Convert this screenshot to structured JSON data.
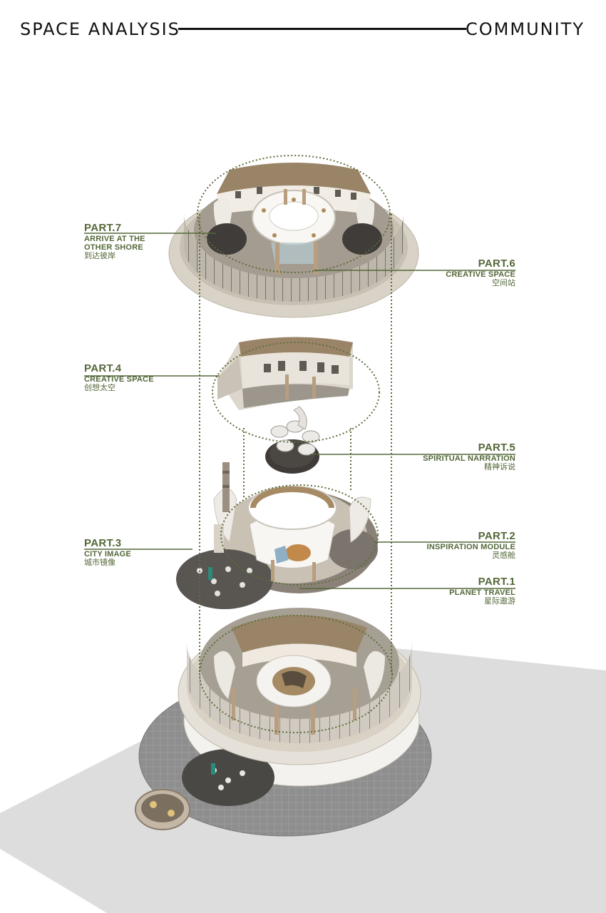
{
  "header": {
    "left_title": "SPACE ANALYSIS",
    "right_title": "COMMUNITY"
  },
  "colors": {
    "label_green": "#54683a",
    "roof_brown": "#9a8467",
    "floor_grey": "#8d8d8d",
    "platform_beige": "#d7d0c4",
    "ground_grey": "#dcdcdc"
  },
  "parts": [
    {
      "num": "PART.7",
      "en": "ARRIVE AT THE OTHER SHORE",
      "en_line1": "ARRIVE AT THE",
      "en_line2": "OTHER SHORE",
      "zh": "到达彼岸"
    },
    {
      "num": "PART.6",
      "en": "CREATIVE SPACE",
      "zh": "空间站"
    },
    {
      "num": "PART.4",
      "en": "CREATIVE SPACE",
      "zh": "创想太空"
    },
    {
      "num": "PART.5",
      "en": "SPIRITUAL NARRATION",
      "zh": "精神诉说"
    },
    {
      "num": "PART.3",
      "en": "CITY IMAGE",
      "zh": "城市镜像"
    },
    {
      "num": "PART.2",
      "en": "INSPIRATION MODULE",
      "zh": "灵感舱"
    },
    {
      "num": "PART.1",
      "en": "PLANET TRAVEL",
      "zh": "星际遨游"
    }
  ]
}
